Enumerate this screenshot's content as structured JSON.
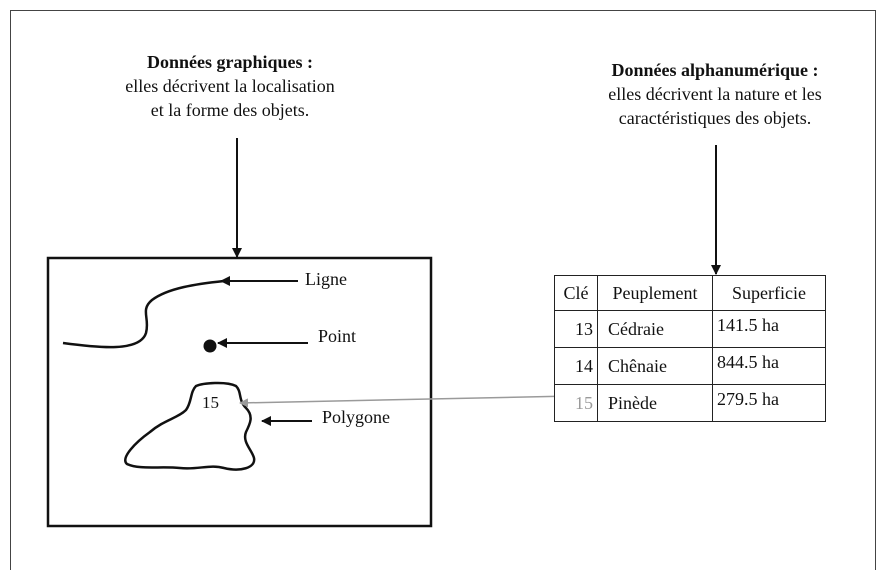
{
  "graphic": {
    "title": "Données graphiques :",
    "line1": "elles décrivent la localisation",
    "line2": "et la forme des objets.",
    "labels": {
      "line": "Ligne",
      "point": "Point",
      "polygon": "Polygone"
    },
    "polygon_key": "15"
  },
  "alphanumeric": {
    "title": "Données alphanumérique :",
    "line1": "elles décrivent la nature et les",
    "line2": "caractéristiques  des objets."
  },
  "table": {
    "headers": [
      "Clé",
      "Peuplement",
      "Superficie"
    ],
    "rows": [
      {
        "key": "13",
        "stand": "Cédraie",
        "area": "141.5 ha",
        "highlight": false
      },
      {
        "key": "14",
        "stand": "Chênaie",
        "area": "844.5 ha",
        "highlight": false
      },
      {
        "key": "15",
        "stand": "Pinède",
        "area": "279.5 ha",
        "highlight": true
      }
    ]
  },
  "colors": {
    "link_arrow": "#9a9a9a",
    "ink": "#111111"
  }
}
